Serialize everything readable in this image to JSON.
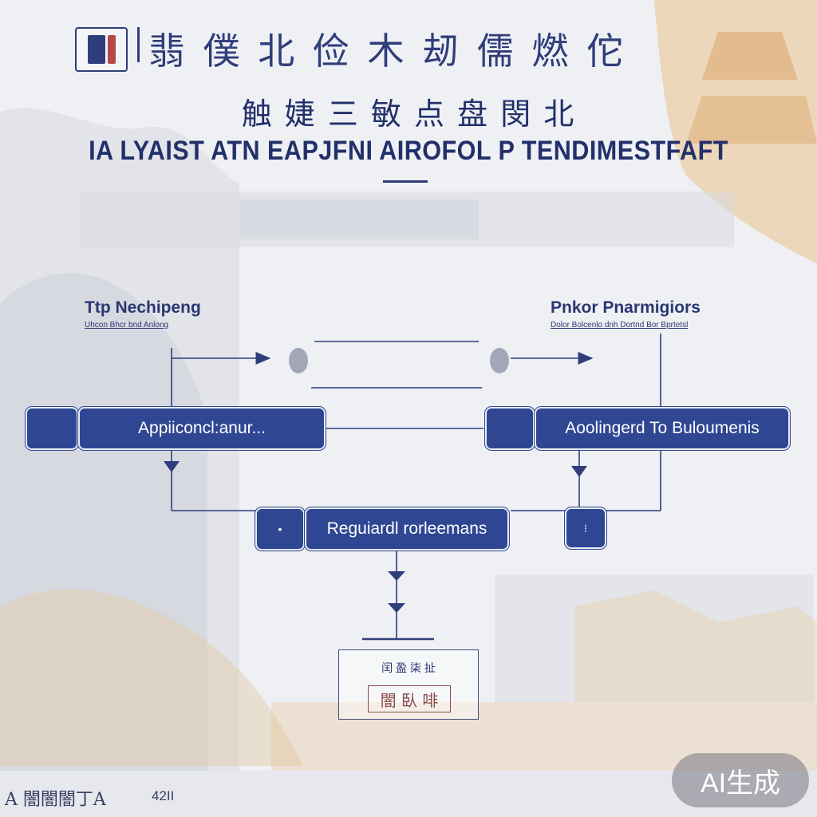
{
  "header": {
    "title_cn": "翡 僕 北 俭 木 刼 儒 燃 佗",
    "subtitle_cn": "触 婕 三 敏 点 盘 閔 北",
    "subtitle_en": "IA LYAIST ATN EAPJFNI AIROFOL P TENDIMESTFAFT"
  },
  "left_panel": {
    "heading": "Ttp Nechipeng",
    "subheading": "Uhcon Bhcr bnd Anlong"
  },
  "right_panel": {
    "heading": "Pnkor Pnarmigiors",
    "subheading": "Dolor Bolcenlo dnh Dortnd Bor Bprtetsl"
  },
  "nodes": {
    "left_main": "Appiiconcl:anur...",
    "right_main": "Aoolingerd To Buloumenis",
    "center": "Reguiardl rorleemans"
  },
  "stamp": {
    "top_text": "闰 盈 柒 扯",
    "seal_text": "闇 臥 啡"
  },
  "footer": {
    "left_text": "A 闇闇闇丁A",
    "number": "42II"
  },
  "watermark": "AI生成",
  "colors": {
    "node_fill": "#2f4793",
    "ink": "#24306a",
    "accent_orange": "#e0a040"
  }
}
